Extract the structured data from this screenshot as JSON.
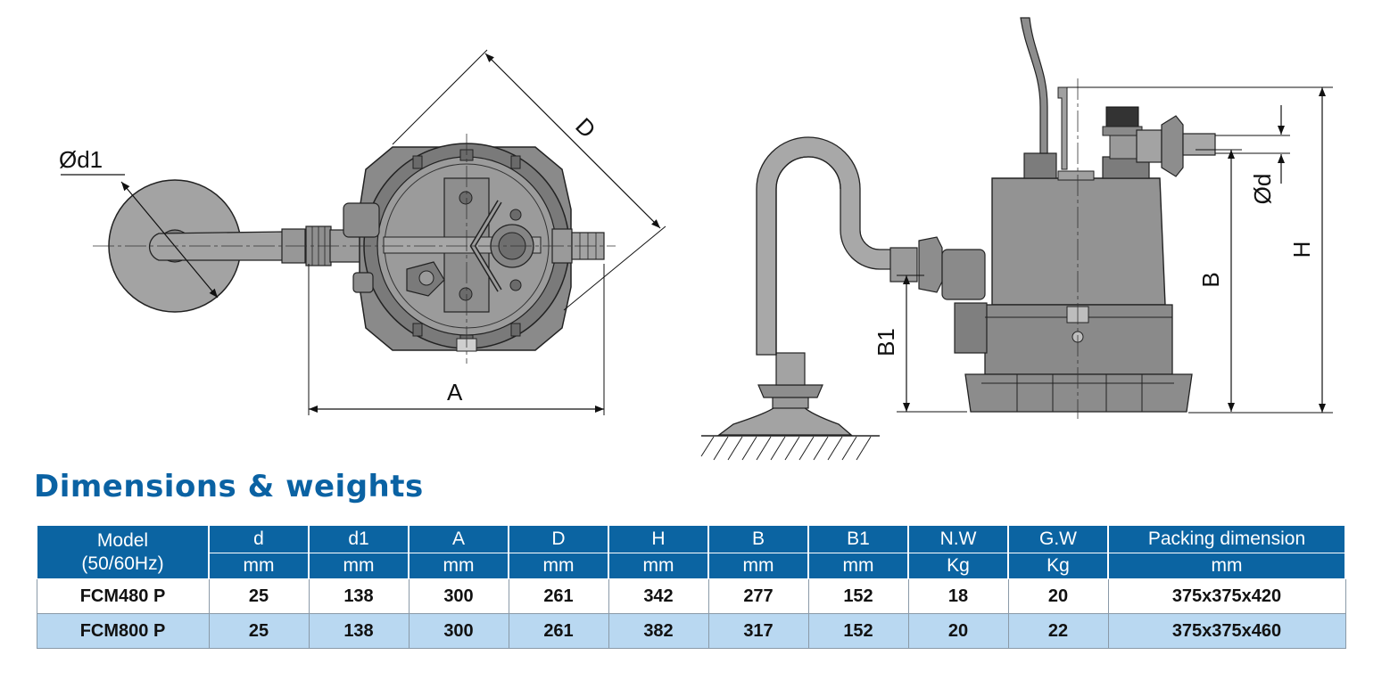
{
  "labels": {
    "d1": "Ød1",
    "D": "D",
    "A": "A",
    "d": "Ød",
    "H": "H",
    "B": "B",
    "B1": "B1"
  },
  "section_title": "Dimensions & weights",
  "table": {
    "model_header": [
      "Model",
      "(50/60Hz)"
    ],
    "columns": [
      {
        "name": "d",
        "unit": "mm"
      },
      {
        "name": "d1",
        "unit": "mm"
      },
      {
        "name": "A",
        "unit": "mm"
      },
      {
        "name": "D",
        "unit": "mm"
      },
      {
        "name": "H",
        "unit": "mm"
      },
      {
        "name": "B",
        "unit": "mm"
      },
      {
        "name": "B1",
        "unit": "mm"
      },
      {
        "name": "N.W",
        "unit": "Kg"
      },
      {
        "name": "G.W",
        "unit": "Kg"
      },
      {
        "name": "Packing dimension",
        "unit": "mm"
      }
    ],
    "rows": [
      [
        "FCM480 P",
        "25",
        "138",
        "300",
        "261",
        "342",
        "277",
        "152",
        "18",
        "20",
        "375x375x420"
      ],
      [
        "FCM800 P",
        "25",
        "138",
        "300",
        "261",
        "382",
        "317",
        "152",
        "20",
        "22",
        "375x375x460"
      ]
    ]
  },
  "colors": {
    "title": "#0a62a3",
    "header_bg": "#0b64a2",
    "row_alt_bg": "#b9d8f1",
    "pump_gray": "#9a9a9a"
  }
}
